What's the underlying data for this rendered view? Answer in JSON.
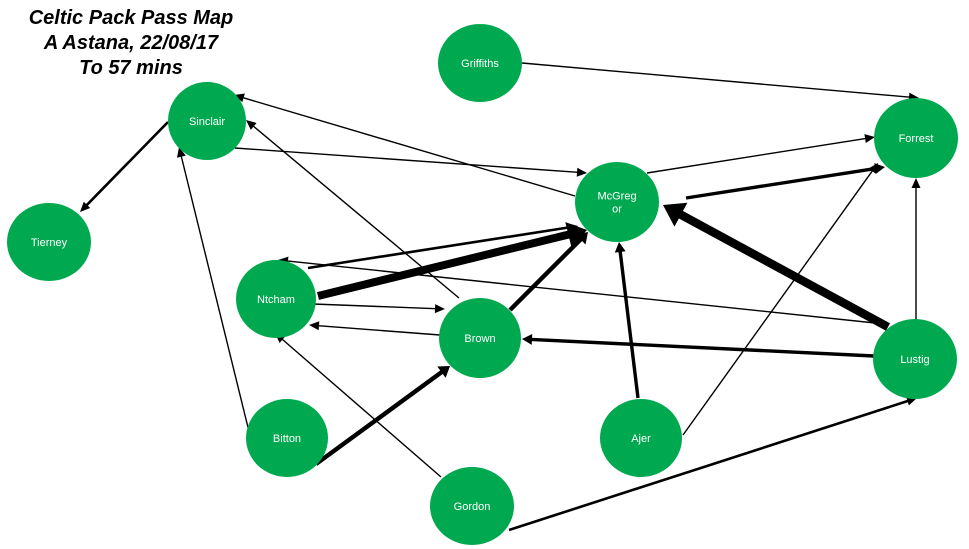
{
  "title": {
    "line1": "Celtic Pack Pass Map",
    "line2": "A Astana, 22/08/17",
    "line3": "To 57 mins"
  },
  "colors": {
    "node_fill": "#00a94f",
    "edge": "#000000",
    "label_text": "#ffffff"
  },
  "nodes": [
    {
      "id": "griffiths",
      "lines": [
        "Griffiths"
      ]
    },
    {
      "id": "sinclair",
      "lines": [
        "Sinclair"
      ]
    },
    {
      "id": "forrest",
      "lines": [
        "Forrest"
      ]
    },
    {
      "id": "mcgregor",
      "lines": [
        "McGreg",
        "or"
      ]
    },
    {
      "id": "tierney",
      "lines": [
        "Tierney"
      ]
    },
    {
      "id": "ntcham",
      "lines": [
        "Ntcham"
      ]
    },
    {
      "id": "brown",
      "lines": [
        "Brown"
      ]
    },
    {
      "id": "lustig",
      "lines": [
        "Lustig"
      ]
    },
    {
      "id": "bitton",
      "lines": [
        "Bitton"
      ]
    },
    {
      "id": "ajer",
      "lines": [
        "Ajer"
      ]
    },
    {
      "id": "gordon",
      "lines": [
        "Gordon"
      ]
    }
  ],
  "passes": [
    {
      "from": "griffiths",
      "to": "forrest",
      "weight": 1
    },
    {
      "from": "sinclair",
      "to": "tierney",
      "weight": 2
    },
    {
      "from": "sinclair",
      "to": "mcgregor",
      "weight": 1
    },
    {
      "from": "mcgregor",
      "to": "sinclair",
      "weight": 1
    },
    {
      "from": "mcgregor",
      "to": "forrest",
      "weight": 1
    },
    {
      "from": "ntcham",
      "to": "mcgregor",
      "weight": 2
    },
    {
      "from": "ntcham",
      "to": "mcgregor",
      "weight": 5
    },
    {
      "from": "ntcham",
      "to": "brown",
      "weight": 1
    },
    {
      "from": "brown",
      "to": "ntcham",
      "weight": 1
    },
    {
      "from": "brown",
      "to": "sinclair",
      "weight": 1
    },
    {
      "from": "brown",
      "to": "mcgregor",
      "weight": 4
    },
    {
      "from": "lustig",
      "to": "mcgregor",
      "weight": 6
    },
    {
      "from": "lustig",
      "to": "ntcham",
      "weight": 1
    },
    {
      "from": "lustig",
      "to": "brown",
      "weight": 3
    },
    {
      "from": "lustig",
      "to": "forrest",
      "weight": 1
    },
    {
      "from": "lustig",
      "to": "forrest",
      "weight": 3
    },
    {
      "from": "bitton",
      "to": "sinclair",
      "weight": 1
    },
    {
      "from": "bitton",
      "to": "brown",
      "weight": 4
    },
    {
      "from": "ajer",
      "to": "mcgregor",
      "weight": 3
    },
    {
      "from": "ajer",
      "to": "forrest",
      "weight": 1
    },
    {
      "from": "gordon",
      "to": "ntcham",
      "weight": 1
    },
    {
      "from": "gordon",
      "to": "lustig",
      "weight": 2
    }
  ]
}
